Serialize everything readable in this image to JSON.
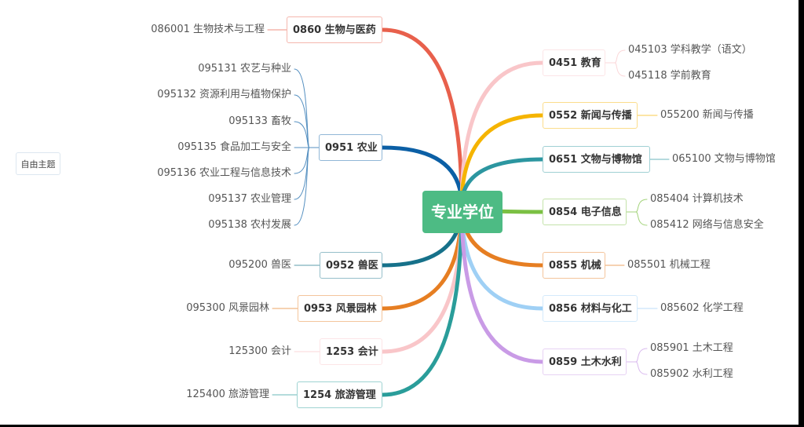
{
  "center": {
    "label": "专业学位",
    "color": "#4dbb84"
  },
  "free_topic": {
    "label": "自由主题"
  },
  "left": [
    {
      "label": "0860 生物与医药",
      "color": "#e8604c",
      "leaves": [
        "086001 生物技术与工程"
      ]
    },
    {
      "label": "0951 农业",
      "color": "#0b5fa5",
      "leaves": [
        "095131 农艺与种业",
        "095132 资源利用与植物保护",
        "095133 畜牧",
        "095135 食品加工与安全",
        "095136 农业工程与信息技术",
        "095137 农业管理",
        "095138 农村发展"
      ]
    },
    {
      "label": "0952 兽医",
      "color": "#16718a",
      "leaves": [
        "095200 兽医"
      ]
    },
    {
      "label": "0953 风景园林",
      "color": "#e67e22",
      "leaves": [
        "095300 风景园林"
      ]
    },
    {
      "label": "1253 会计",
      "color": "#f9c6c9",
      "leaves": [
        "125300 会计"
      ]
    },
    {
      "label": "1254 旅游管理",
      "color": "#2a9d9a",
      "leaves": [
        "125400 旅游管理"
      ]
    }
  ],
  "right": [
    {
      "label": "0451 教育",
      "color": "#f9c6c9",
      "leaves": [
        "045103 学科教学（语文）",
        "045118 学前教育"
      ]
    },
    {
      "label": "0552 新闻与传播",
      "color": "#f5b400",
      "leaves": [
        "055200 新闻与传播"
      ]
    },
    {
      "label": "0651 文物与博物馆",
      "color": "#2c96a0",
      "leaves": [
        "065100 文物与博物馆"
      ]
    },
    {
      "label": "0854 电子信息",
      "color": "#7bc043",
      "leaves": [
        "085404 计算机技术",
        "085412 网络与信息安全"
      ]
    },
    {
      "label": "0855 机械",
      "color": "#e67e22",
      "leaves": [
        "085501 机械工程"
      ]
    },
    {
      "label": "0856 材料与化工",
      "color": "#9fd0f5",
      "leaves": [
        "085602 化学工程"
      ]
    },
    {
      "label": "0859 土木水利",
      "color": "#c99be6",
      "leaves": [
        "085901 土木工程",
        "085902 水利工程"
      ]
    }
  ]
}
